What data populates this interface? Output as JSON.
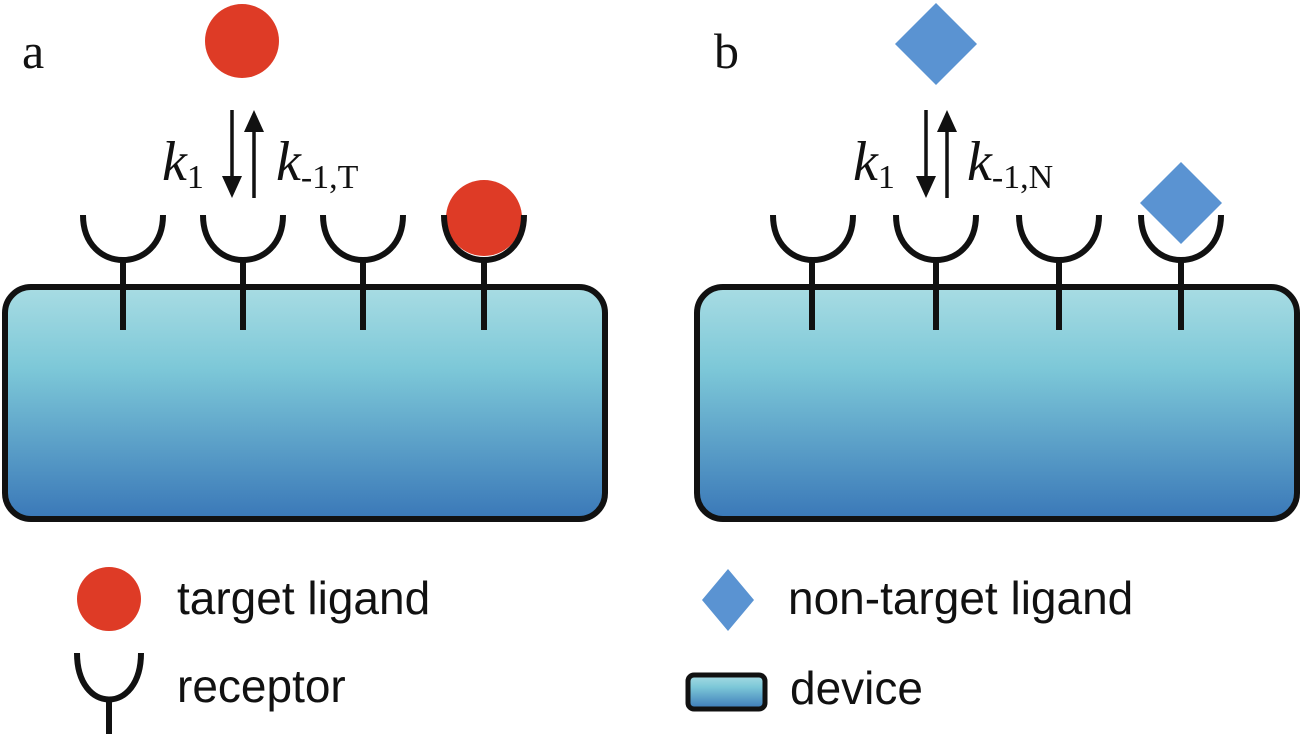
{
  "figure": {
    "colors": {
      "target_ligand": "#de3b26",
      "non_target_ligand": "#5a93d2",
      "device_top": "#a8dce3",
      "device_mid": "#7dc8d8",
      "device_bottom": "#3a78b8",
      "stroke": "#111111"
    },
    "panels": [
      {
        "label": "a",
        "ligand_type": "target",
        "ligand_shape": "circle",
        "rate_forward": {
          "symbol": "k",
          "subscript": "1"
        },
        "rate_reverse": {
          "symbol": "k",
          "subscript": "-1,T"
        },
        "receptor_count": 4,
        "bound_receptor_index": 3
      },
      {
        "label": "b",
        "ligand_type": "non-target",
        "ligand_shape": "diamond",
        "rate_forward": {
          "symbol": "k",
          "subscript": "1"
        },
        "rate_reverse": {
          "symbol": "k",
          "subscript": "-1,N"
        },
        "receptor_count": 4,
        "bound_receptor_index": 3
      }
    ],
    "legend": [
      {
        "icon": "red-circle-icon",
        "label": "target ligand"
      },
      {
        "icon": "receptor-icon",
        "label": "receptor"
      },
      {
        "icon": "blue-diamond-icon",
        "label": "non-target ligand"
      },
      {
        "icon": "device-icon",
        "label": "device"
      }
    ]
  }
}
